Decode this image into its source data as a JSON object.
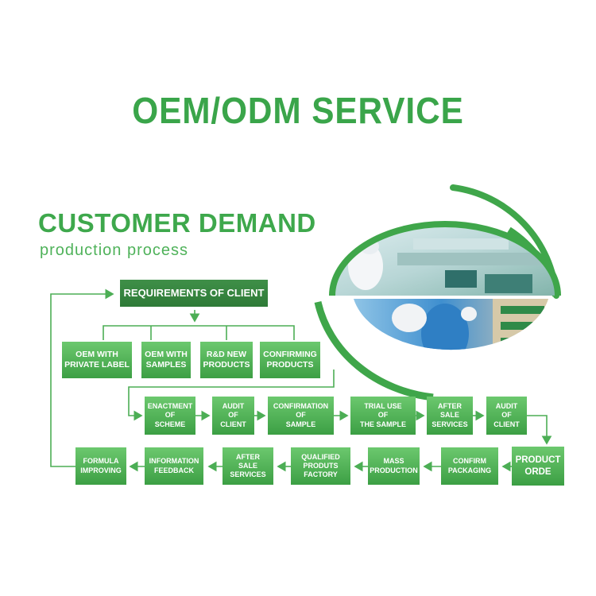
{
  "title": "OEM/ODM SERVICE",
  "section": {
    "title": "CUSTOMER DEMAND",
    "subtitle": "production  process"
  },
  "colors": {
    "brand_green": "#3aa54a",
    "box_top": "#6cc86e",
    "box_bottom": "#3c9f44",
    "header_box": "#2e7a37",
    "arrow": "#4cae55"
  },
  "header_box": {
    "label": "REQUIREMENTS OF CLIENT"
  },
  "options": [
    {
      "line1": "OEM WITH",
      "line2": "PRIVATE LABEL"
    },
    {
      "line1": "OEM WITH",
      "line2": "SAMPLES"
    },
    {
      "line1": "R&D NEW",
      "line2": "PRODUCTS"
    },
    {
      "line1": "CONFIRMING",
      "line2": "PRODUCTS"
    }
  ],
  "row2": [
    {
      "lines": [
        "ENACTMENT",
        "OF",
        "SCHEME"
      ]
    },
    {
      "lines": [
        "AUDIT",
        "OF",
        "CLIENT"
      ]
    },
    {
      "lines": [
        "CONFIRMATION",
        "OF",
        "SAMPLE"
      ]
    },
    {
      "lines": [
        "TRIAL USE",
        "OF",
        "THE SAMPLE"
      ]
    },
    {
      "lines": [
        "AFTER",
        "SALE",
        "SERVICES"
      ]
    },
    {
      "lines": [
        "AUDIT",
        "OF",
        "CLIENT"
      ]
    }
  ],
  "row3": [
    {
      "lines": [
        "FORMULA",
        "IMPROVING"
      ]
    },
    {
      "lines": [
        "INFORMATION",
        "FEEDBACK"
      ]
    },
    {
      "lines": [
        "AFTER",
        "SALE",
        "SERVICES"
      ]
    },
    {
      "lines": [
        "QUALIFIED",
        "PRODUTS",
        "FACTORY"
      ]
    },
    {
      "lines": [
        "MASS",
        "PRODUCTION"
      ]
    },
    {
      "lines": [
        "CONFIRM",
        "PACKAGING"
      ]
    },
    {
      "lines": [
        "PRODUCT",
        "ORDE"
      ]
    }
  ],
  "photo_desc_icon": "lab-photo"
}
